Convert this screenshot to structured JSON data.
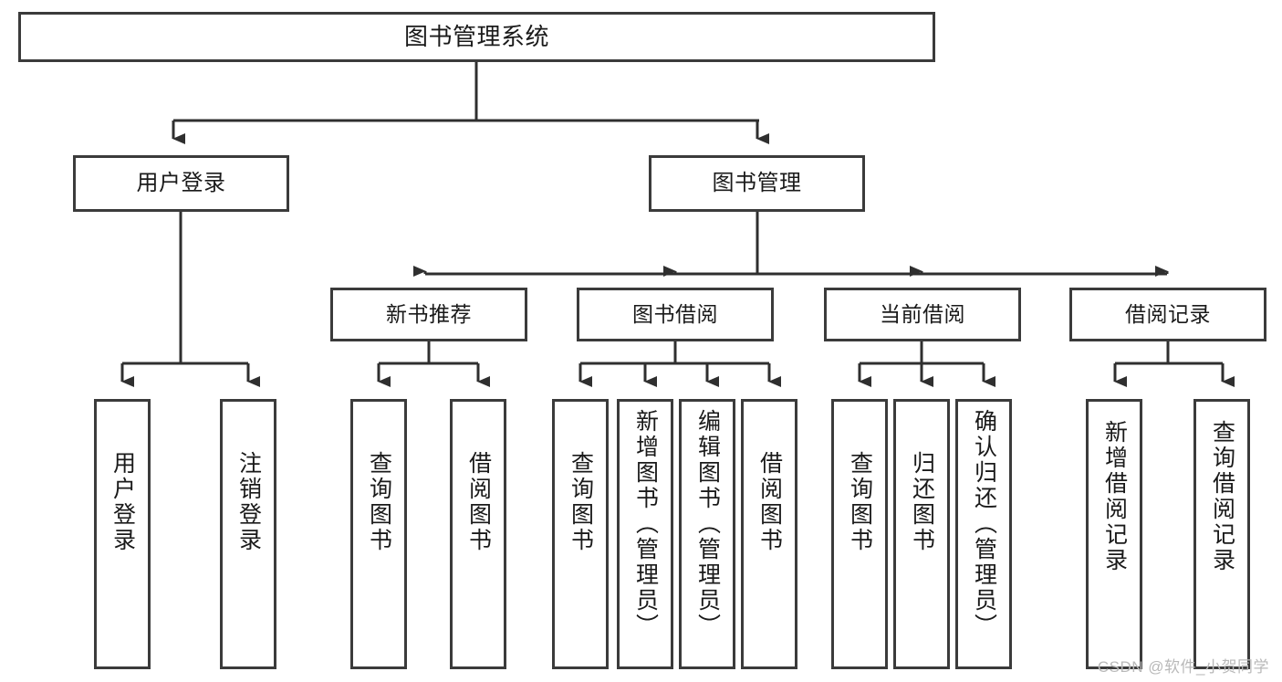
{
  "diagram": {
    "type": "tree-hierarchy",
    "title": "图书管理系统",
    "watermark": "CSDN @软件_小贺同学",
    "colors": {
      "box_border": "#3b3b3b",
      "box_fill": "#ffffff",
      "connector": "#2f2f2f",
      "text": "#1a1a1a",
      "watermark": "#b9b9b9"
    },
    "root": {
      "label": "图书管理系统"
    },
    "level2": [
      {
        "id": "user-login",
        "label": "用户登录"
      },
      {
        "id": "book-manage",
        "label": "图书管理"
      }
    ],
    "level3": [
      {
        "id": "new-book-recommend",
        "label": "新书推荐"
      },
      {
        "id": "book-borrow",
        "label": "图书借阅"
      },
      {
        "id": "current-borrow",
        "label": "当前借阅"
      },
      {
        "id": "borrow-record",
        "label": "借阅记录"
      }
    ],
    "leaves": {
      "user_login": [
        {
          "id": "leaf-user-login",
          "label": "用户登录"
        },
        {
          "id": "leaf-logout",
          "label": "注销登录"
        }
      ],
      "new_book_recommend": [
        {
          "id": "leaf-query-book-1",
          "label": "查询图书"
        },
        {
          "id": "leaf-borrow-book-1",
          "label": "借阅图书"
        }
      ],
      "book_borrow": [
        {
          "id": "leaf-query-book-2",
          "label": "查询图书"
        },
        {
          "id": "leaf-add-book",
          "label": "新增图书（管理员）"
        },
        {
          "id": "leaf-edit-book",
          "label": "编辑图书（管理员）"
        },
        {
          "id": "leaf-borrow-book-2",
          "label": "借阅图书"
        }
      ],
      "current_borrow": [
        {
          "id": "leaf-query-book-3",
          "label": "查询图书"
        },
        {
          "id": "leaf-return-book",
          "label": "归还图书"
        },
        {
          "id": "leaf-confirm-return",
          "label": "确认归还（管理员）"
        }
      ],
      "borrow_record": [
        {
          "id": "leaf-add-record",
          "label": "新增借阅记录"
        },
        {
          "id": "leaf-query-record",
          "label": "查询借阅记录"
        }
      ]
    }
  }
}
